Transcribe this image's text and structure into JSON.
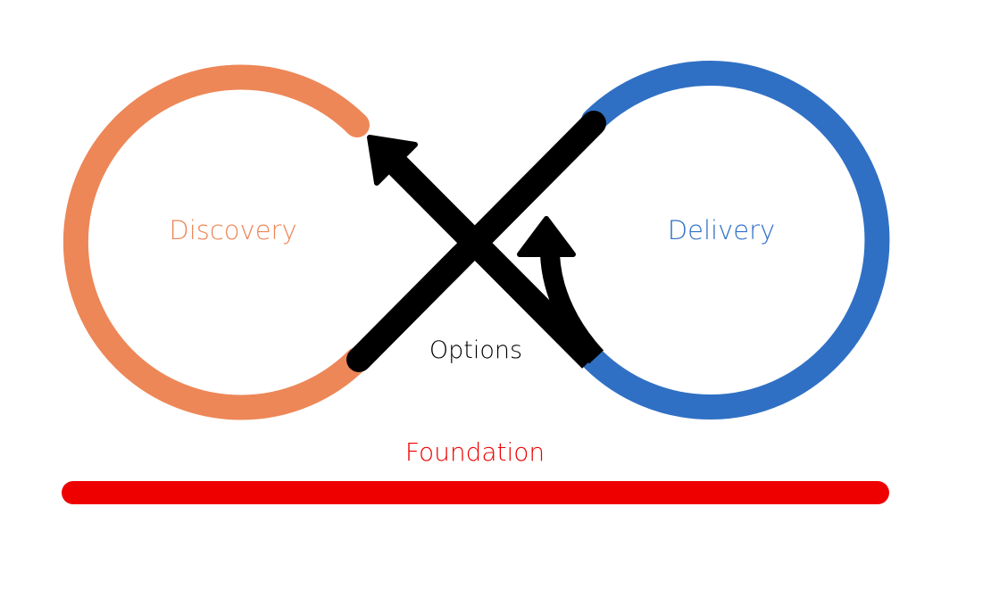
{
  "diagram": {
    "title": "Discovery / Options / Delivery loop with Foundation",
    "labels": {
      "discovery": "Discovery",
      "delivery": "Delivery",
      "options": "Options",
      "foundation": "Foundation"
    },
    "colors": {
      "discovery": "#ED8757",
      "delivery": "#3070C4",
      "options": "#000000",
      "foundation": "#EE0000",
      "background": "#FFFFFF"
    },
    "nodes": [
      {
        "id": "discovery",
        "shape": "open-loop",
        "label": "Discovery"
      },
      {
        "id": "delivery",
        "shape": "open-loop",
        "label": "Delivery"
      },
      {
        "id": "options",
        "shape": "crossing-arrows",
        "label": "Options"
      },
      {
        "id": "foundation",
        "shape": "bar",
        "label": "Foundation"
      }
    ],
    "edges": [
      {
        "from": "discovery",
        "to": "delivery",
        "via": "options",
        "style": "thick-black-line"
      },
      {
        "from": "delivery",
        "to": "discovery",
        "via": "options",
        "style": "thick-black-arrow"
      },
      {
        "from": "delivery",
        "to": "delivery",
        "via": "options",
        "style": "curved-black-arrow"
      }
    ]
  }
}
